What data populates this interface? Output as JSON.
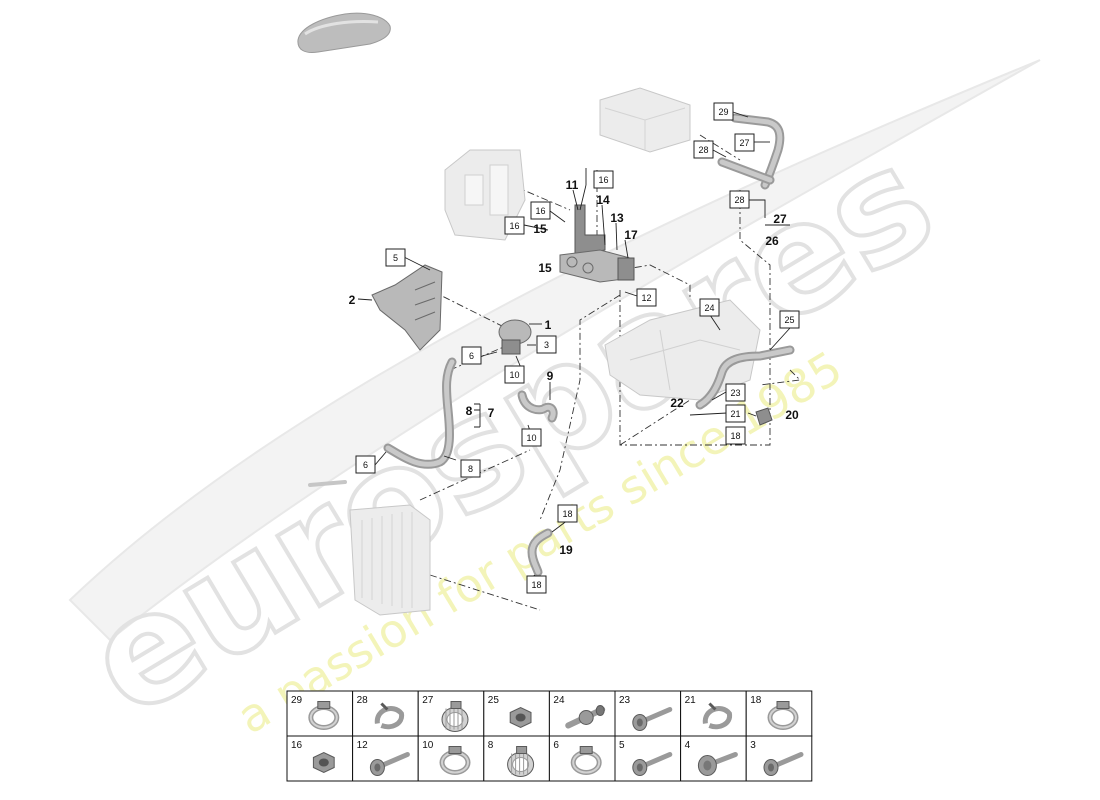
{
  "watermark": {
    "brand": "eurospares",
    "tagline": "a passion for parts since 1985",
    "brand_color": "#e6e6e6",
    "tagline_color": "#f1f2a8"
  },
  "car_icon": "car-silhouette-icon",
  "callouts": {
    "c29": "29",
    "c27a": "27",
    "c28a": "28",
    "c16a": "16",
    "c28b": "28",
    "c16b": "16",
    "c16c": "16",
    "c5": "5",
    "c12": "12",
    "c24": "24",
    "c25": "25",
    "c3": "3",
    "c6a": "6",
    "c10a": "10",
    "c23": "23",
    "c21": "21",
    "c18a": "18",
    "c10b": "10",
    "c8": "8",
    "c6b": "6",
    "c18b": "18",
    "c18c": "18"
  },
  "labels": {
    "l27": "27",
    "l26": "26",
    "l11": "11",
    "l14": "14",
    "l13": "13",
    "l17": "17",
    "l15a": "15",
    "l15b": "15",
    "l2": "2",
    "l1": "1",
    "l9": "9",
    "l8": "8",
    "l7": "7",
    "l22": "22",
    "l20": "20",
    "l19": "19"
  },
  "legend": {
    "row1": [
      {
        "num": "29",
        "icon": "hose-clamp-icon"
      },
      {
        "num": "28",
        "icon": "spring-clip-icon"
      },
      {
        "num": "27",
        "icon": "band-clamp-icon"
      },
      {
        "num": "25",
        "icon": "hex-nut-icon"
      },
      {
        "num": "24",
        "icon": "stud-bolt-icon"
      },
      {
        "num": "23",
        "icon": "bolt-icon"
      },
      {
        "num": "21",
        "icon": "spring-clip-icon"
      },
      {
        "num": "18",
        "icon": "hose-clamp-icon"
      }
    ],
    "row2": [
      {
        "num": "16",
        "icon": "hex-nut-icon"
      },
      {
        "num": "12",
        "icon": "bolt-icon"
      },
      {
        "num": "10",
        "icon": "hose-clamp-icon"
      },
      {
        "num": "8",
        "icon": "band-clamp-icon"
      },
      {
        "num": "6",
        "icon": "hose-clamp-icon"
      },
      {
        "num": "5",
        "icon": "bolt-icon"
      },
      {
        "num": "4",
        "icon": "flange-bolt-icon"
      },
      {
        "num": "3",
        "icon": "bolt-icon"
      }
    ]
  }
}
